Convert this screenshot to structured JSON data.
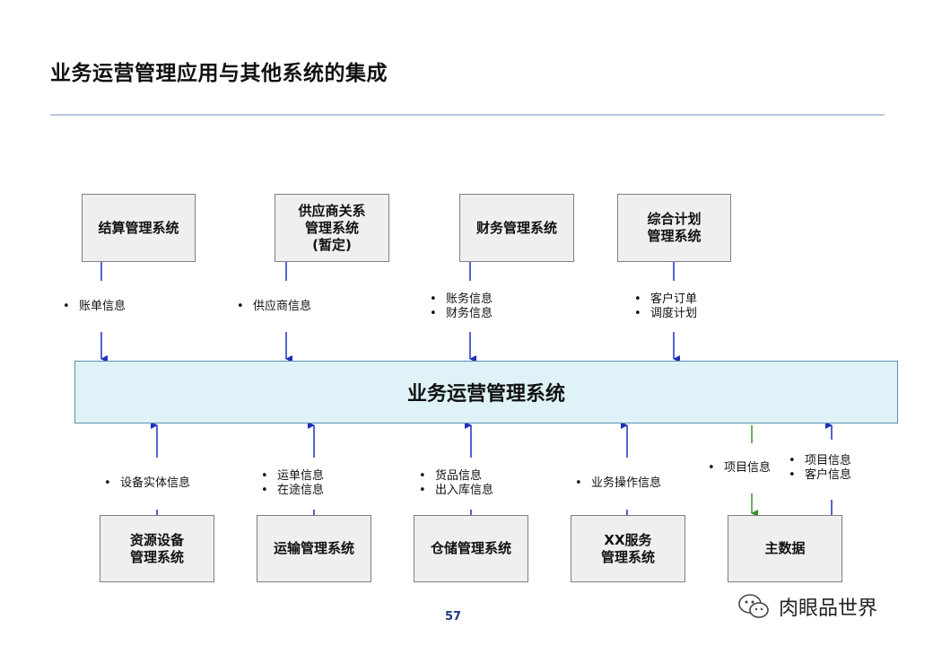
{
  "title": "业务运营管理应用与其他系统的集成",
  "central": "业务运营管理系统",
  "top_systems": [
    {
      "lines": [
        "结算管理系统"
      ],
      "info": [
        "账单信息"
      ]
    },
    {
      "lines": [
        "供应商关系",
        "管理系统",
        "(暂定)"
      ],
      "info": [
        "供应商信息"
      ]
    },
    {
      "lines": [
        "财务管理系统"
      ],
      "info": [
        "账务信息",
        "财务信息"
      ]
    },
    {
      "lines": [
        "综合计划",
        "管理系统"
      ],
      "info": [
        "客户订单",
        "调度计划"
      ]
    }
  ],
  "bottom_systems": [
    {
      "lines": [
        "资源设备",
        "管理系统"
      ],
      "info": [
        "设备实体信息"
      ]
    },
    {
      "lines": [
        "运输管理系统"
      ],
      "info": [
        "运单信息",
        "在途信息"
      ]
    },
    {
      "lines": [
        "仓储管理系统"
      ],
      "info": [
        "货品信息",
        "出入库信息"
      ]
    },
    {
      "lines": [
        "XX服务",
        "管理系统"
      ],
      "info": [
        "业务操作信息"
      ]
    },
    {
      "lines": [
        "主数据"
      ],
      "info_in": [
        "项目信息"
      ],
      "info_out": [
        "项目信息",
        "客户信息"
      ]
    }
  ],
  "page_number": "57",
  "watermark": "肉眼品世界",
  "colors": {
    "arrow_blue": "#1f2fbf",
    "arrow_green": "#3a8f2a",
    "central_fill": "#dff2f8"
  }
}
